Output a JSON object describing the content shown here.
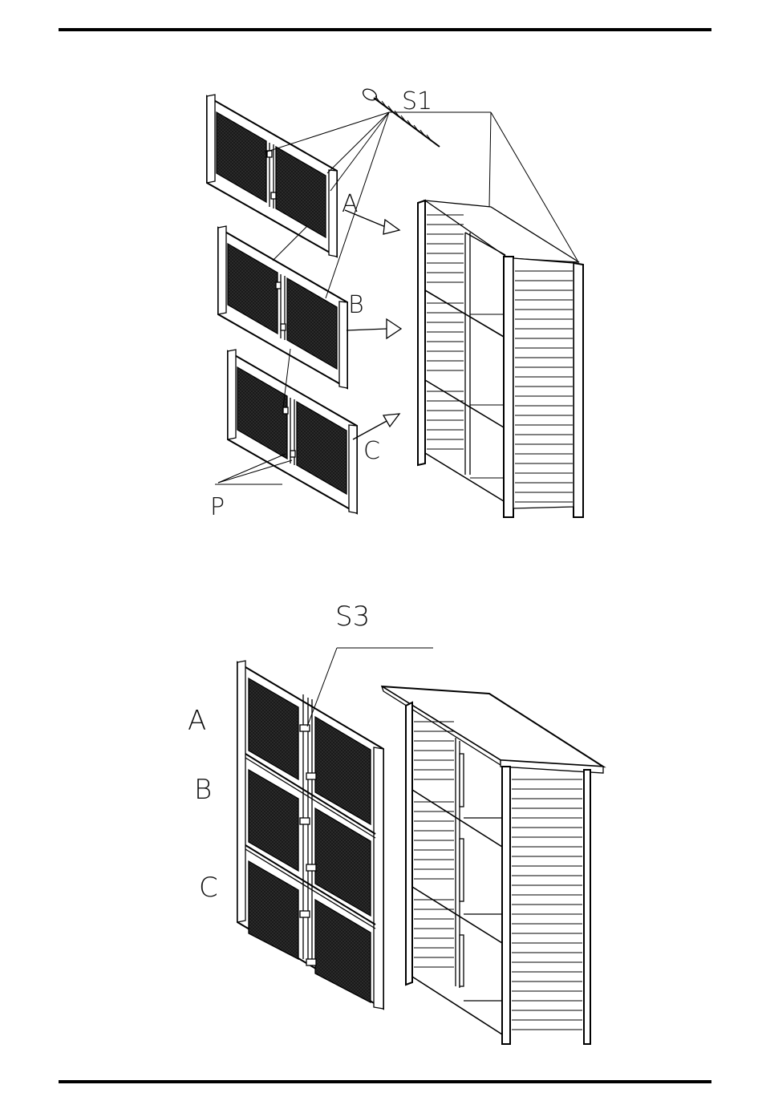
{
  "diagram": {
    "step1": {
      "screw_label": "S1",
      "panel_labels": [
        "A",
        "B",
        "C"
      ],
      "hinge_label": "P"
    },
    "step2": {
      "screw_label": "S3",
      "panel_labels": [
        "A",
        "B",
        "C"
      ]
    }
  },
  "colors": {
    "ink": "#000000",
    "mesh": "#1a1a1a",
    "paper": "#ffffff"
  }
}
